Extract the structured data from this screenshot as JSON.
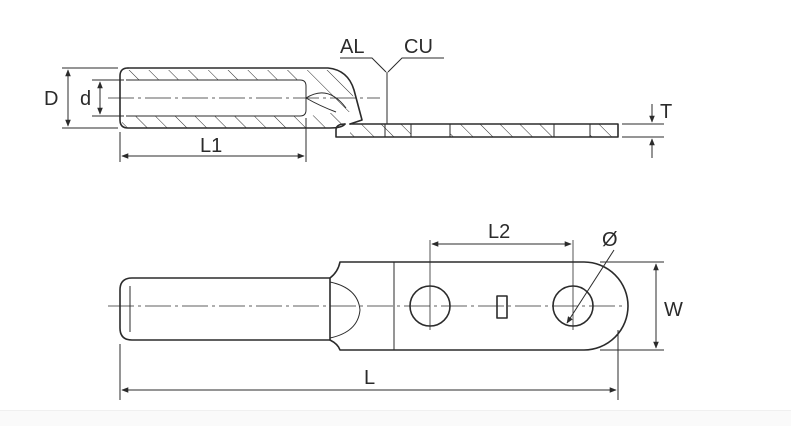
{
  "labels": {
    "D": "D",
    "d": "d",
    "L1": "L1",
    "AL": "AL",
    "CU": "CU",
    "T": "T",
    "L2": "L2",
    "phi": "Ø",
    "W": "W",
    "L": "L"
  }
}
